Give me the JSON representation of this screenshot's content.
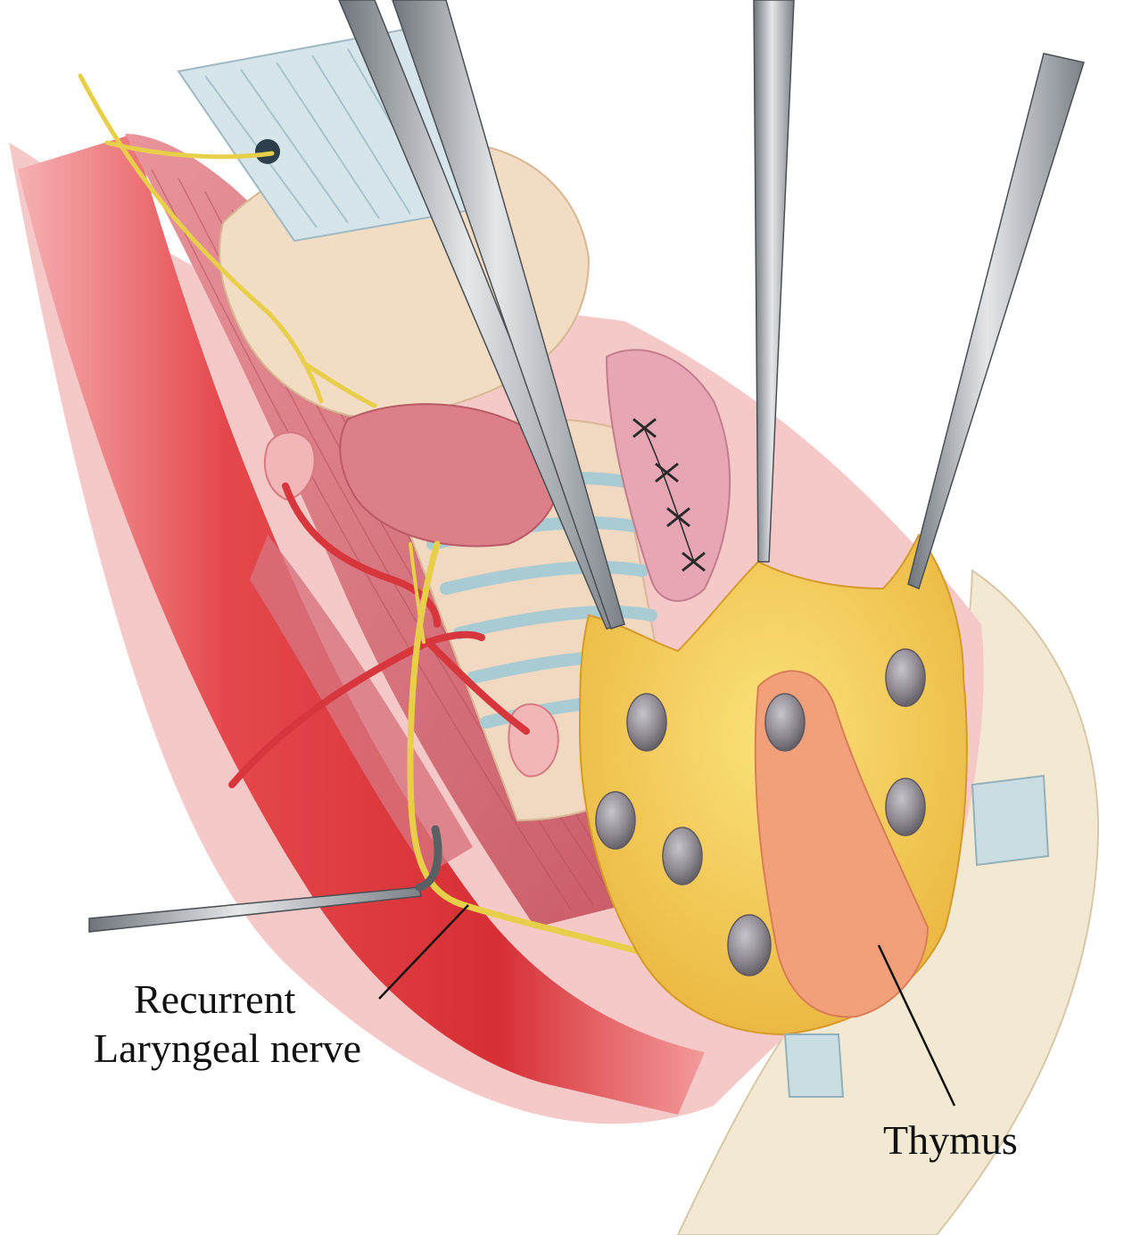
{
  "labels": {
    "nerve_line1": "Recurrent",
    "nerve_line2": "Laryngeal nerve",
    "thymus": "Thymus"
  },
  "colors": {
    "muscle": "#d9707a",
    "muscle_dark": "#b94b58",
    "vessel": "#e23a3e",
    "cartilage": "#f1d8c0",
    "trachea_ring": "#a9cbd4",
    "nerve": "#e8cf4a",
    "thymus_fat": "#f6cf4e",
    "thymus_tissue": "#f2a07a",
    "node": "#8e8790",
    "instrument": "#9aa0a6",
    "skin": "#f3e8d2"
  },
  "icons": {
    "hemostat": "hemostat-icon",
    "nerve_hook": "nerve-hook-icon"
  }
}
